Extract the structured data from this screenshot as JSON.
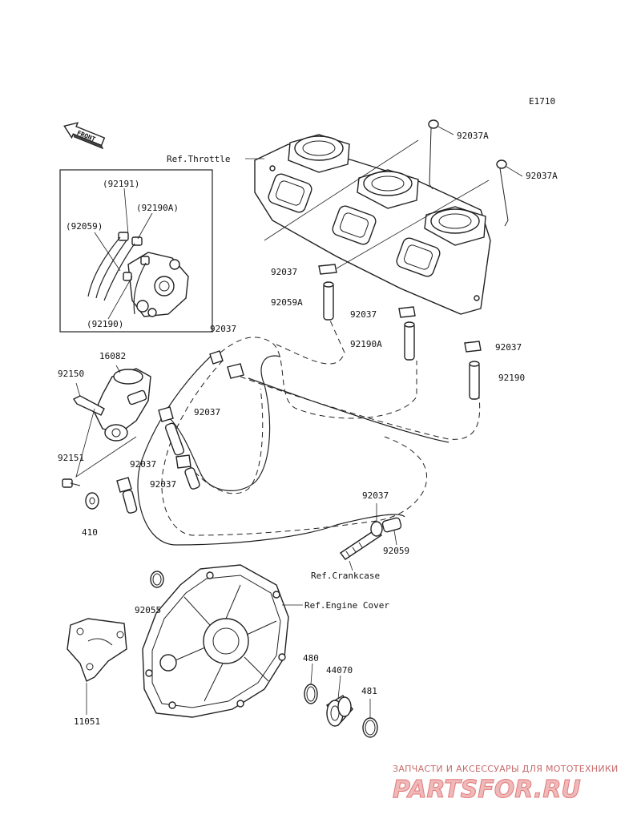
{
  "diagram_code": "E1710",
  "front_label": "FRONT",
  "callouts": {
    "ref_throttle": "Ref.Throttle",
    "ref_crankcase": "Ref.Crankcase",
    "ref_engine_cover": "Ref.Engine Cover",
    "p92037A_a": "92037A",
    "p92037A_b": "92037A",
    "p92037_a": "92037",
    "p92059A": "92059A",
    "p92037_b": "92037",
    "p92190A": "92190A",
    "p92037_c": "92037",
    "p92190": "92190",
    "p92037_d": "92037",
    "p16082": "16082",
    "p92150": "92150",
    "p92037_e": "92037",
    "p92037_f": "92037",
    "p92037_g": "92037",
    "p92151": "92151",
    "p410": "410",
    "p92037_h": "92037",
    "p92059": "92059",
    "p92055": "92055",
    "p11051": "11051",
    "p480": "480",
    "p44070": "44070",
    "p481": "481"
  },
  "inset": {
    "p92191": "(92191)",
    "p92190A": "(92190A)",
    "p92059": "(92059)",
    "p92190": "(92190)"
  },
  "watermark": {
    "tagline": "ЗАПЧАСТИ И АКСЕССУАРЫ ДЛЯ МОТОТЕХНИКИ",
    "brand": "PARTSFOR.RU"
  }
}
